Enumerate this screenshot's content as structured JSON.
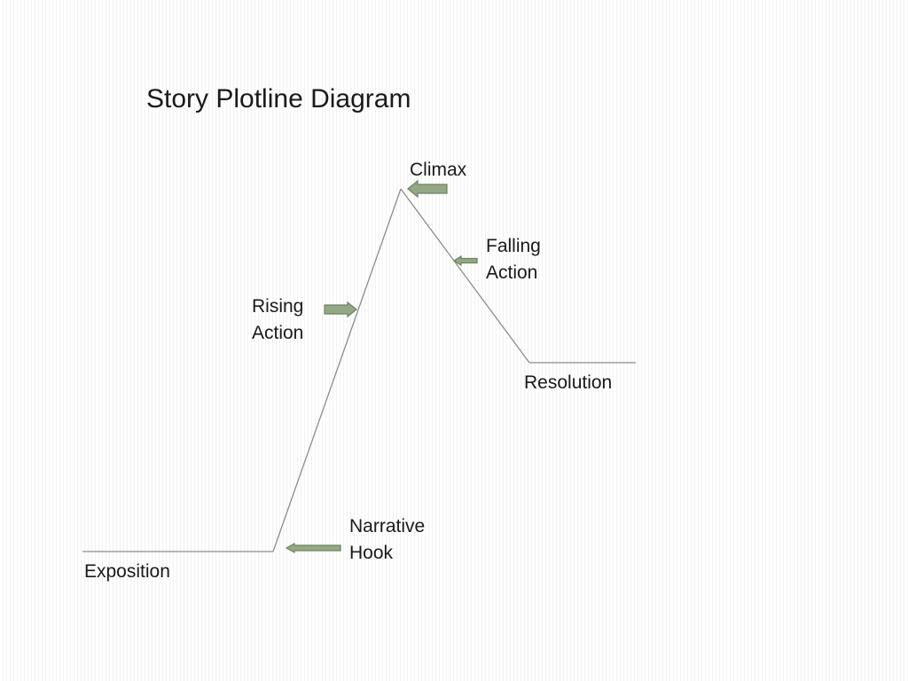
{
  "title": "Story Plotline Diagram",
  "labels": {
    "climax": [
      "Climax"
    ],
    "falling_action": [
      "Falling",
      "Action"
    ],
    "rising_action": [
      "Rising",
      "Action"
    ],
    "resolution": [
      "Resolution"
    ],
    "narrative_hook": [
      "Narrative",
      "Hook"
    ],
    "exposition": [
      "Exposition"
    ]
  },
  "colors": {
    "plot_line": "#8c8c8c",
    "arrow_fill": "#93a985",
    "arrow_stroke": "#6e8260",
    "text": "#1a1a1a"
  },
  "icons": {
    "climax_pointer": "arrow-left-icon",
    "falling_action_pointer": "arrow-left-icon",
    "rising_action_pointer": "arrow-right-icon",
    "narrative_hook_pointer": "arrow-left-icon"
  }
}
